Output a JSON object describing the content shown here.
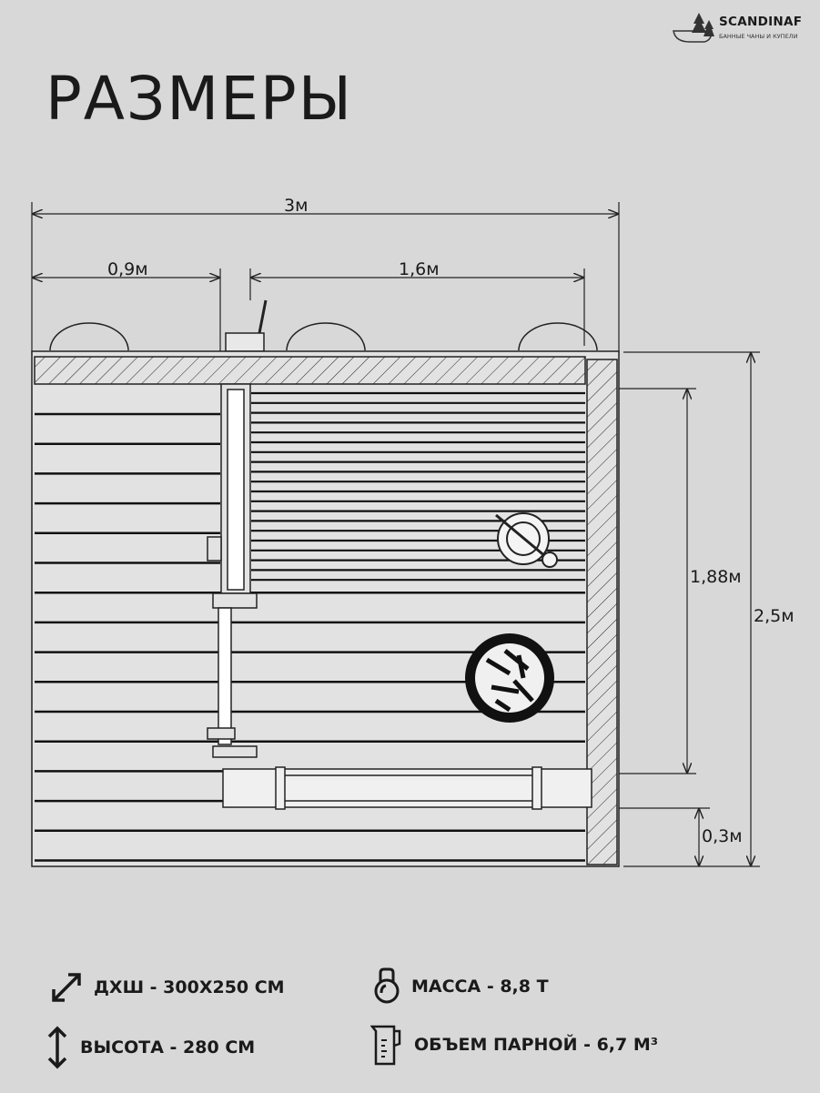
{
  "logo": {
    "name": "SCANDINAF",
    "tagline": "БАННЫЕ ЧАНЫ И КУПЕЛИ"
  },
  "title": "РАЗМЕРЫ",
  "dimensions": {
    "total_width": "3м",
    "left_room_width": "0,9м",
    "steam_room_width": "1,6м",
    "steam_room_depth": "1,88м",
    "total_depth": "2,5м",
    "bench_depth": "0,3м"
  },
  "specs": [
    {
      "icon": "diagonal-arrows-icon",
      "label": "ДХШ - 300Х250 СМ"
    },
    {
      "icon": "vertical-arrows-icon",
      "label": "ВЫСОТА - 280 СМ"
    },
    {
      "icon": "kettlebell-icon",
      "label": "МАССА - 8,8 Т"
    },
    {
      "icon": "measuring-jug-icon",
      "label": "ОБЪЕМ ПАРНОЙ - 6,7 М³"
    }
  ]
}
